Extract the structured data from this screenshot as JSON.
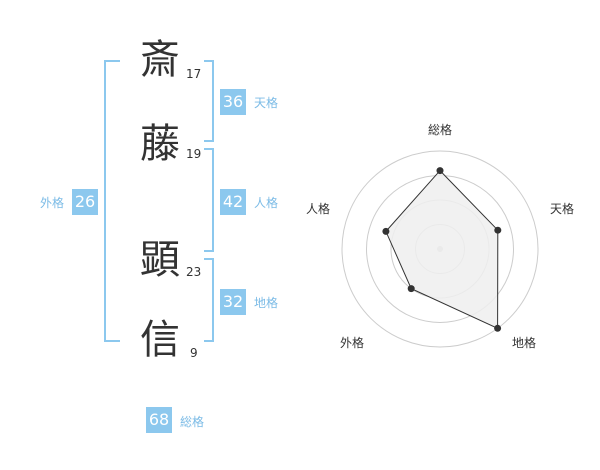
{
  "name": {
    "chars": [
      {
        "kanji": "斎",
        "strokes": "17"
      },
      {
        "kanji": "藤",
        "strokes": "19"
      },
      {
        "kanji": "顕",
        "strokes": "23"
      },
      {
        "kanji": "信",
        "strokes": "9"
      }
    ]
  },
  "fortunes": {
    "tenkaku": {
      "value": "36",
      "label": "天格"
    },
    "jinkaku": {
      "value": "42",
      "label": "人格"
    },
    "chikaku": {
      "value": "32",
      "label": "地格"
    },
    "gaikaku": {
      "value": "26",
      "label": "外格"
    },
    "soukaku": {
      "value": "68",
      "label": "総格"
    }
  },
  "colors": {
    "accent": "#8cc8ee",
    "accent_text": "#7bbbe6",
    "radar_fill": "#eeeeee",
    "radar_line": "#333333",
    "grid": "#cccccc"
  },
  "chart_data": {
    "type": "radar",
    "axes": [
      "総格",
      "天格",
      "地格",
      "外格",
      "人格"
    ],
    "values": [
      0.8,
      0.62,
      1.0,
      0.5,
      0.58
    ],
    "max": 1.0
  }
}
